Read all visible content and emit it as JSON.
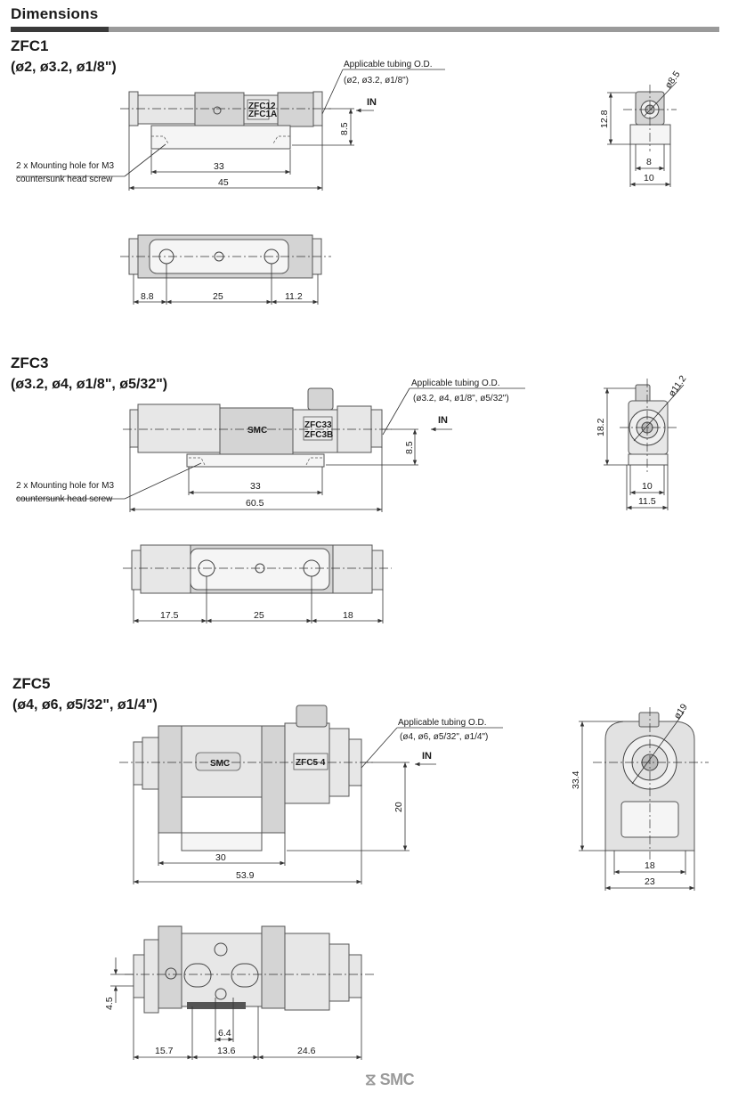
{
  "header": {
    "title": "Dimensions"
  },
  "sections": [
    {
      "model": "ZFC1",
      "sizes": "(ø2, ø3.2, ø1/8\")",
      "tubing_label": "Applicable tubing O.D.",
      "tubing_sizes": "(ø2, ø3.2, ø1/8\")",
      "in_label": "IN",
      "body_marks": [
        "ZFC12",
        "ZFC1A"
      ],
      "mount_note": [
        "2 x Mounting hole for M3",
        "countersunk head screw"
      ],
      "front_dims": {
        "mount_pitch": "33",
        "overall": "45",
        "height": "8.5"
      },
      "top_dims": [
        "8.8",
        "25",
        "11.2"
      ],
      "side_dims": {
        "dia": "ø8.5",
        "height": "12.8",
        "width_inner": "8",
        "width": "10"
      }
    },
    {
      "model": "ZFC3",
      "sizes": "(ø3.2, ø4, ø1/8\", ø5/32\")",
      "tubing_label": "Applicable tubing O.D.",
      "tubing_sizes": "(ø3.2, ø4, ø1/8\", ø5/32\")",
      "in_label": "IN",
      "body_marks": [
        "ZFC33",
        "ZFC3B"
      ],
      "brand_mark": "SMC",
      "mount_note": [
        "2 x Mounting hole for M3",
        "countersunk head screw"
      ],
      "front_dims": {
        "mount_pitch": "33",
        "overall": "60.5",
        "height": "8.5"
      },
      "top_dims": [
        "17.5",
        "25",
        "18"
      ],
      "side_dims": {
        "dia": "ø11.2",
        "height": "18.2",
        "width_inner": "10",
        "width": "11.5"
      }
    },
    {
      "model": "ZFC5",
      "sizes": "(ø4, ø6, ø5/32\", ø1/4\")",
      "tubing_label": "Applicable tubing O.D.",
      "tubing_sizes": "(ø4, ø6, ø5/32\", ø1/4\")",
      "in_label": "IN",
      "body_marks": [
        "ZFC5 4"
      ],
      "brand_mark": "SMC",
      "front_dims": {
        "mount_pitch": "30",
        "overall": "53.9",
        "height": "20"
      },
      "top_dims": [
        "15.7",
        "13.6",
        "24.6"
      ],
      "top_extra": {
        "slot": "6.4",
        "offset": "4.5"
      },
      "side_dims": {
        "dia": "ø19",
        "height": "33.4",
        "width_inner": "18",
        "width": "23"
      }
    }
  ],
  "footer": {
    "logo": "SMC"
  }
}
